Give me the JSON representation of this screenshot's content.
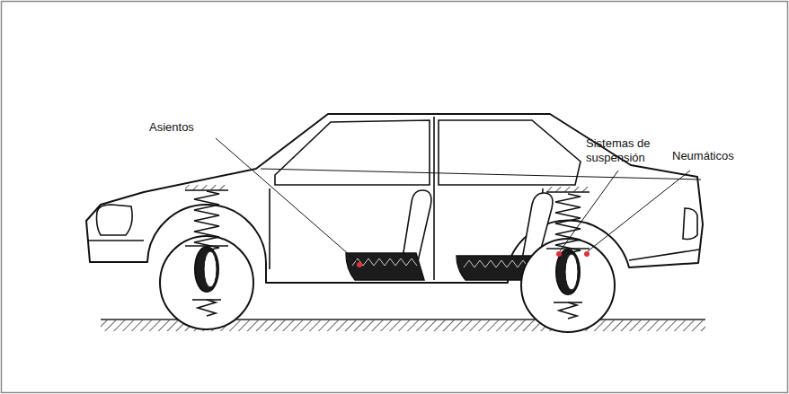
{
  "diagram": {
    "labels": [
      "Asientos",
      "Sistemas de suspensión",
      "Neumáticos"
    ]
  }
}
